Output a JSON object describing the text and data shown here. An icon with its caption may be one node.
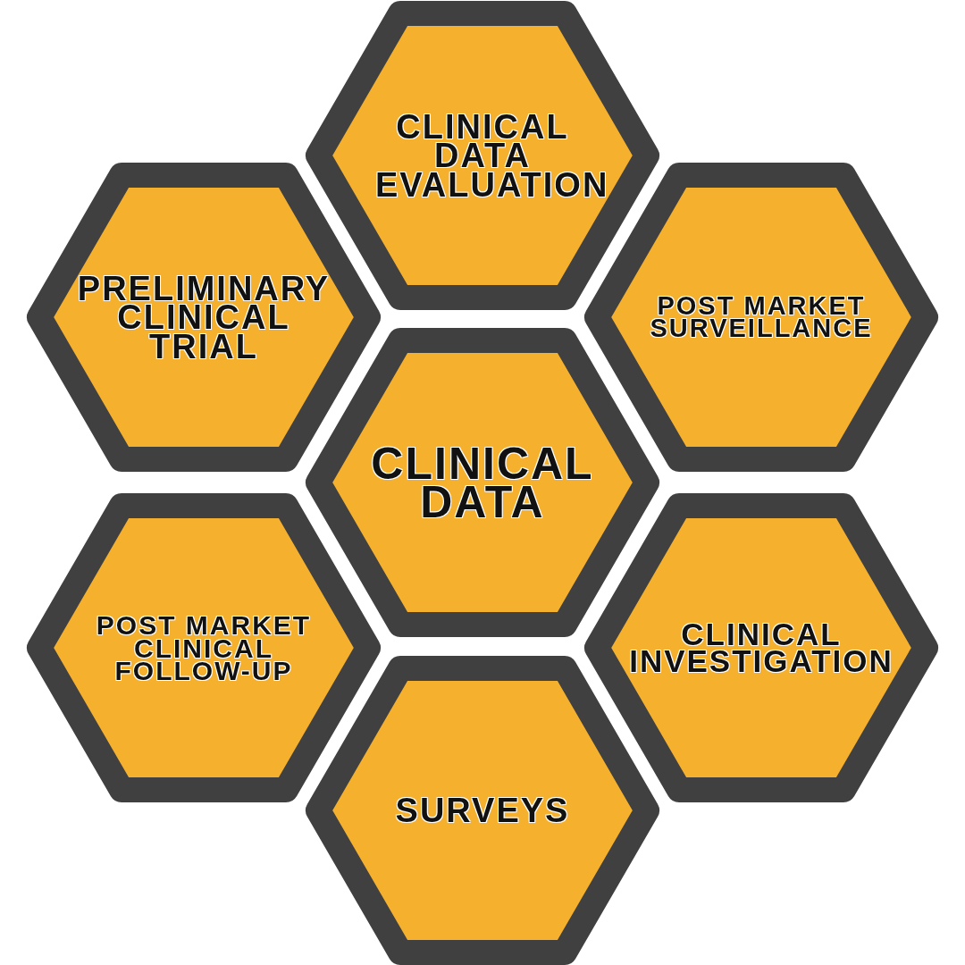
{
  "diagram": {
    "nodes": [
      {
        "text": [
          "CLINICAL DATA EVALUATION"
        ]
      },
      {
        "text": [
          "PRELIMINARY CLINICAL TRIAL"
        ]
      },
      {
        "text": [
          "POST MARKET SURVEILLANCE"
        ]
      },
      {
        "text": [
          "CLINICAL DATA"
        ]
      },
      {
        "text": [
          "POST MARKET CLINICAL FOLLOW-UP"
        ]
      },
      {
        "text": [
          "CLINICAL INVESTIGATION"
        ]
      },
      {
        "text": [
          "SURVEYS"
        ]
      }
    ]
  }
}
